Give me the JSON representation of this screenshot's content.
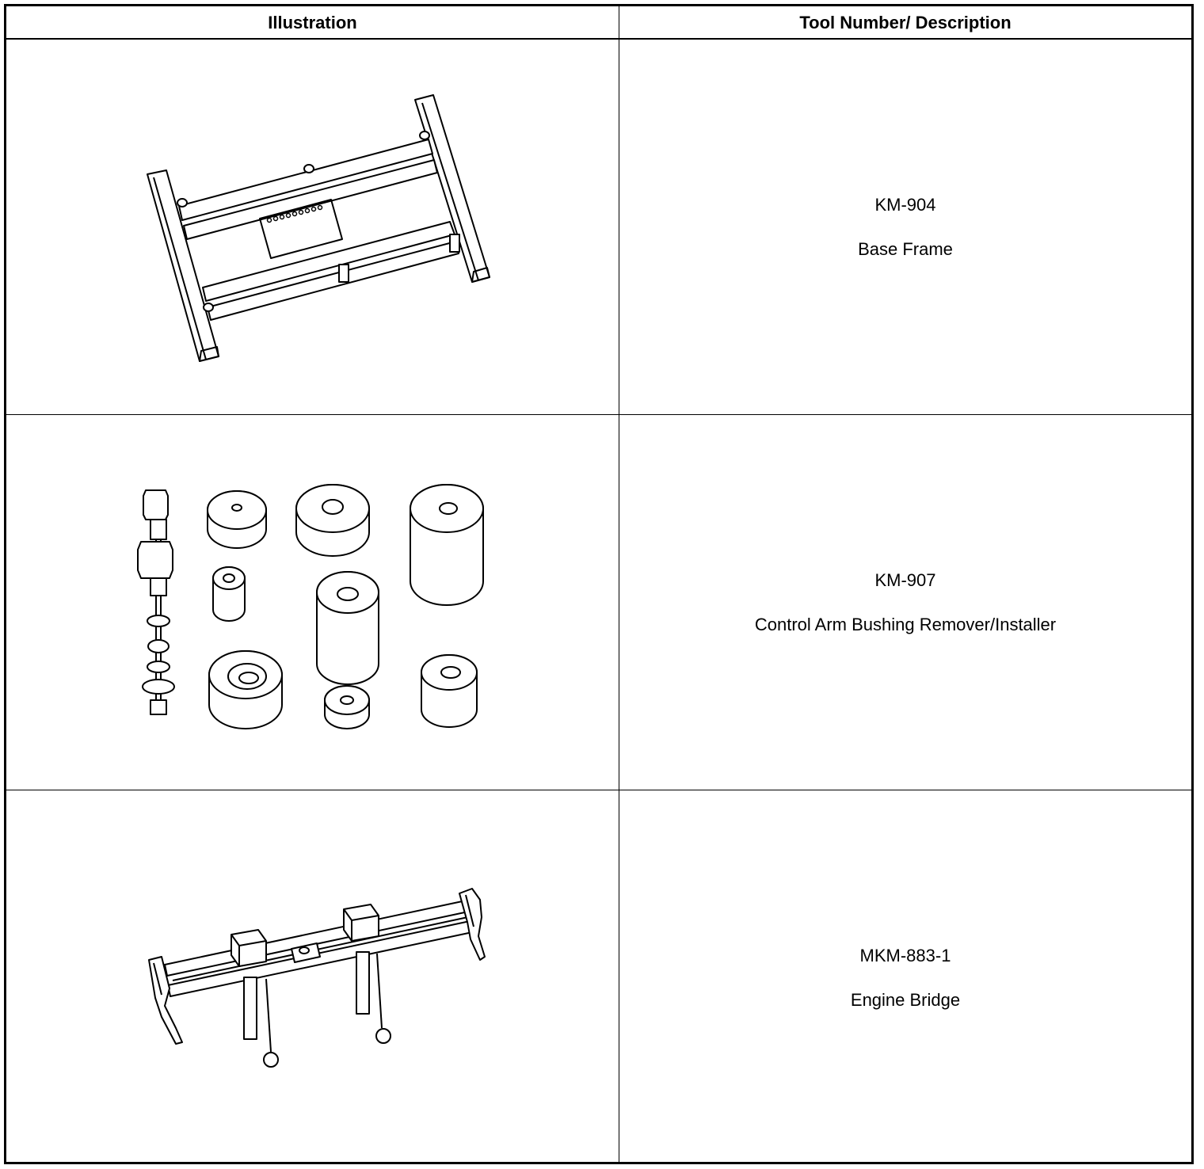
{
  "table": {
    "headers": [
      "Illustration",
      "Tool Number/ Description"
    ],
    "rows": [
      {
        "tool_number": "KM-904",
        "description": "Base Frame",
        "illustration": "base-frame-drawing"
      },
      {
        "tool_number": "KM-907",
        "description": "Control Arm Bushing Remover/Installer",
        "illustration": "bushing-tool-set-drawing"
      },
      {
        "tool_number": "MKM-883-1",
        "description": "Engine Bridge",
        "illustration": "engine-bridge-drawing"
      }
    ]
  }
}
